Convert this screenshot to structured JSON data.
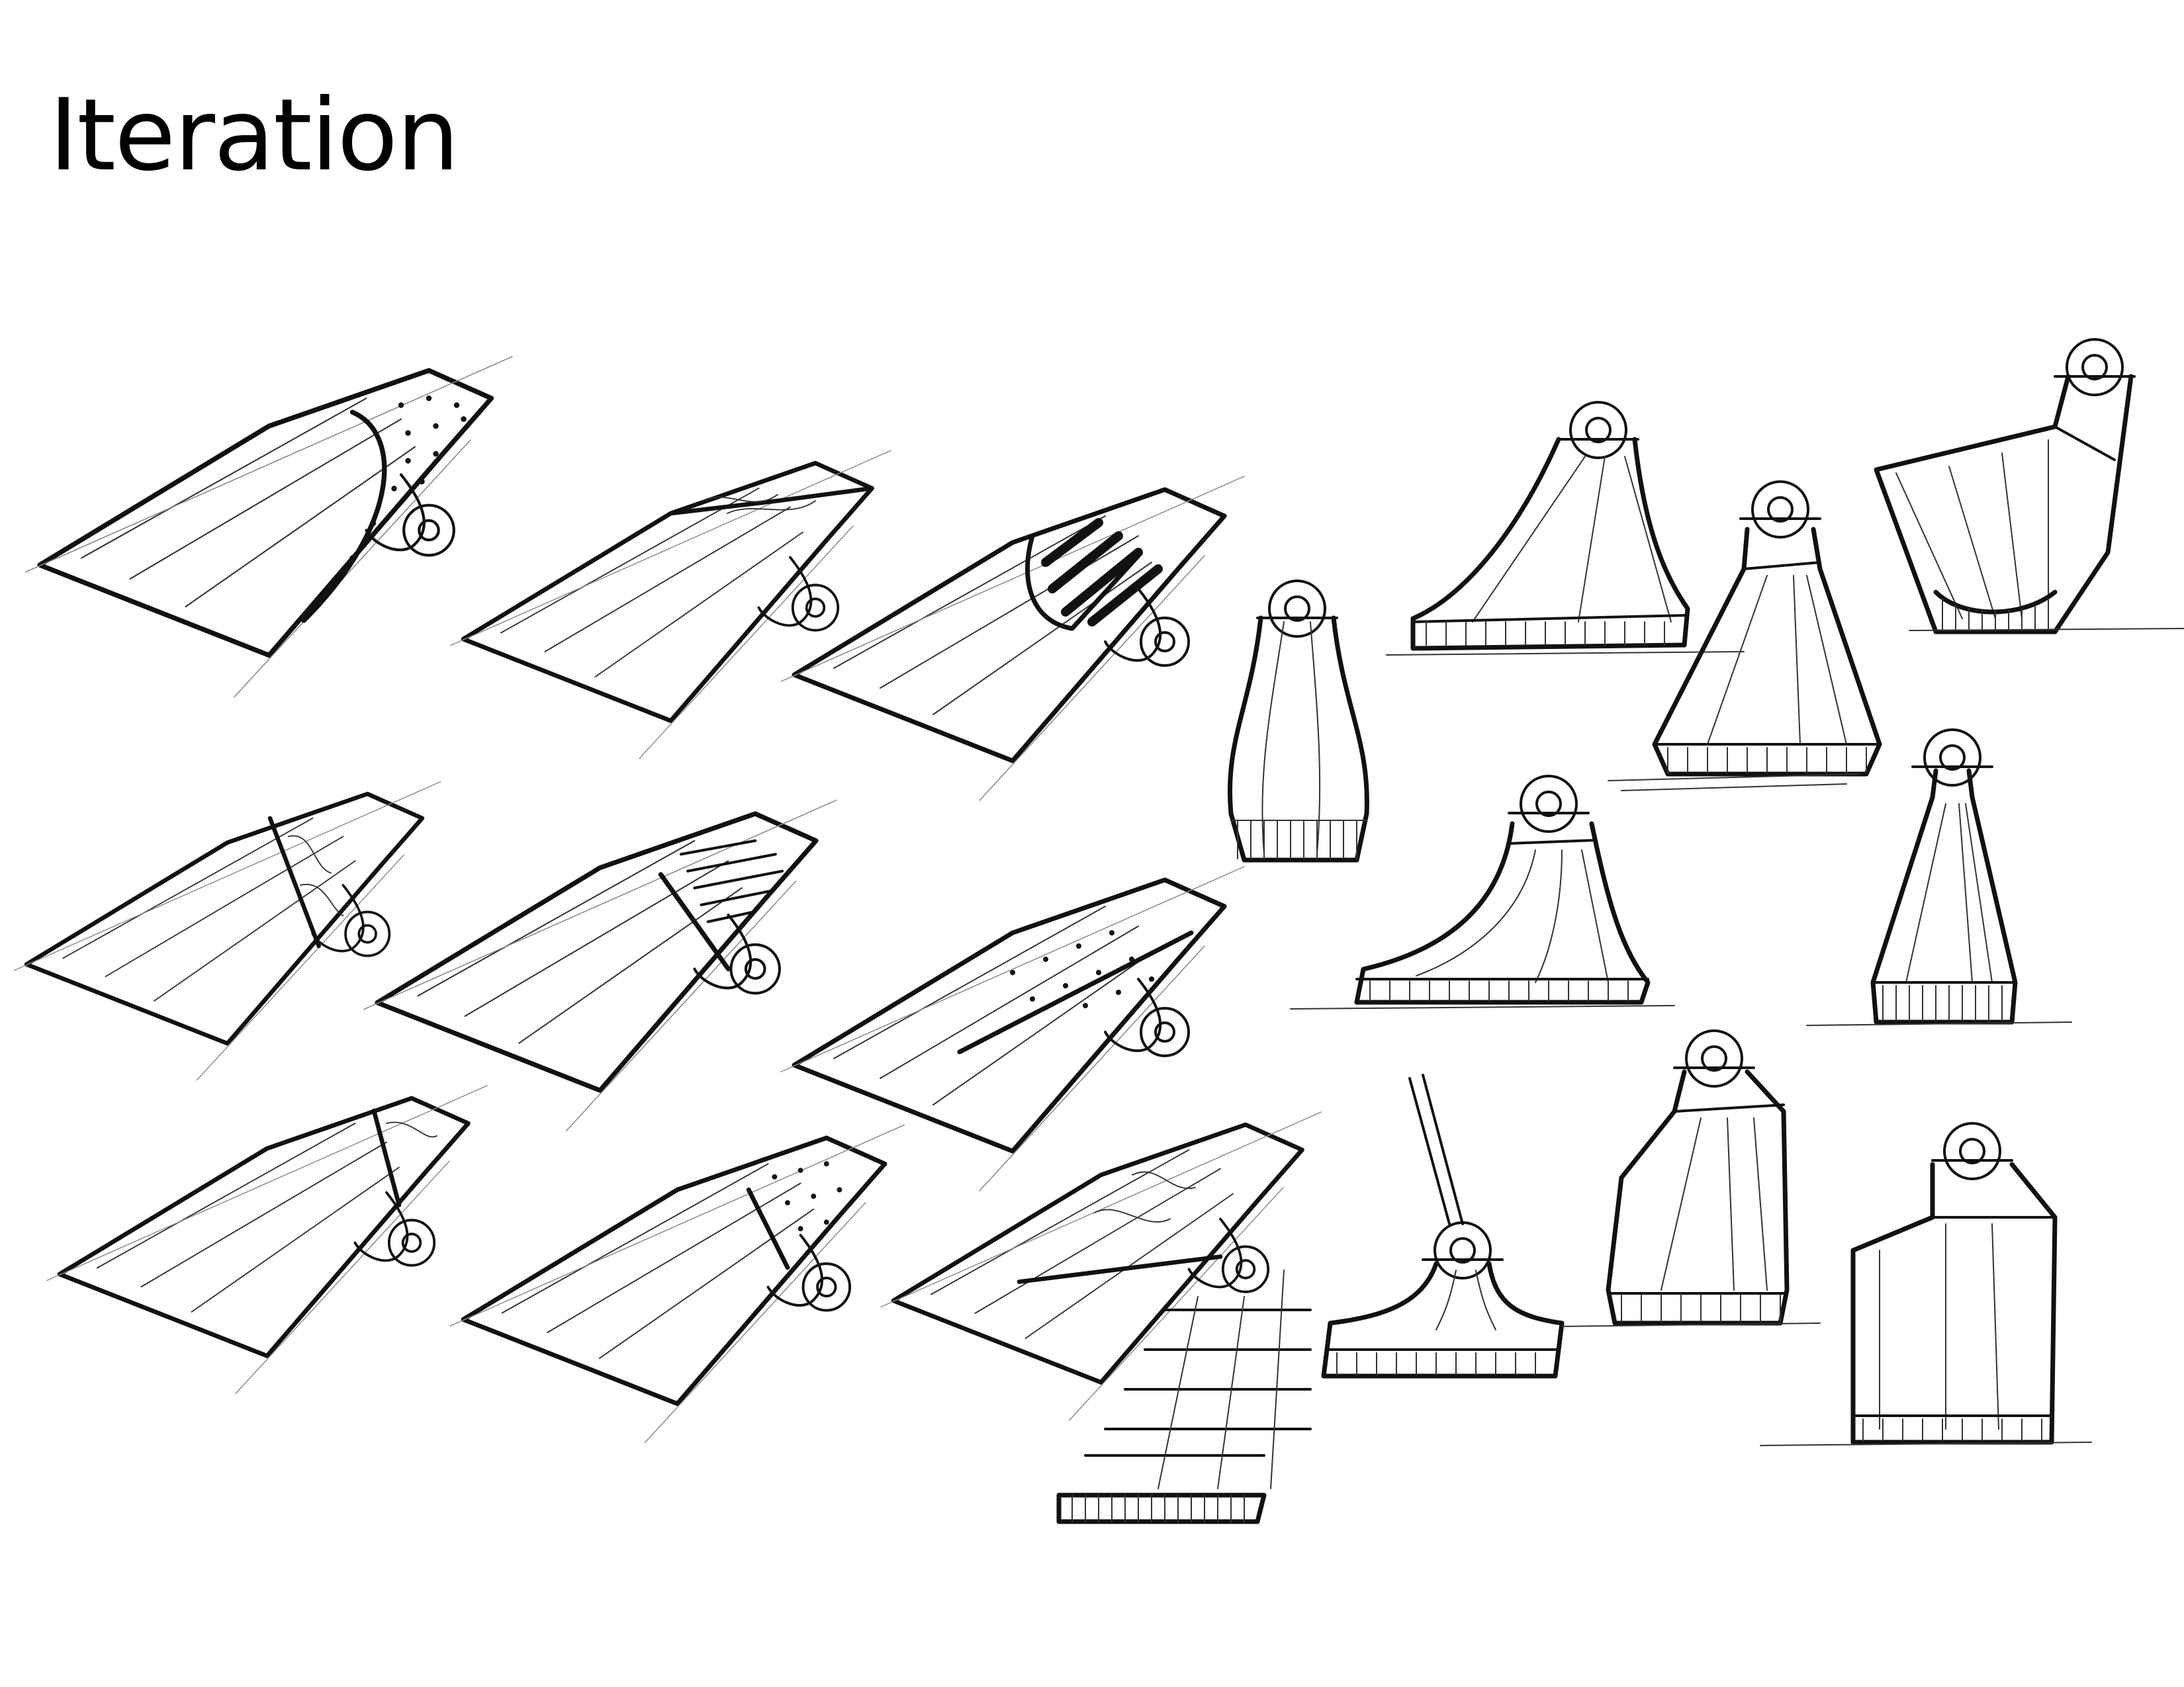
{
  "page": {
    "title": "Iteration",
    "background": "#ffffff",
    "ink_color": "#111111"
  },
  "sketches": {
    "fins": [
      {
        "id": "fin-1",
        "texture": "dotted"
      },
      {
        "id": "fin-2",
        "texture": "wood-grain"
      },
      {
        "id": "fin-3",
        "texture": "slots"
      },
      {
        "id": "fin-4",
        "texture": "wood-grain"
      },
      {
        "id": "fin-5",
        "texture": "maze"
      },
      {
        "id": "fin-6",
        "texture": "dotted"
      },
      {
        "id": "fin-7",
        "texture": "wood-grain"
      },
      {
        "id": "fin-8",
        "texture": "dotted"
      },
      {
        "id": "fin-9",
        "texture": "wood-grain"
      }
    ],
    "upright_forms": [
      {
        "id": "form-bottle"
      },
      {
        "id": "form-slanted-trapezoid"
      },
      {
        "id": "form-trapezoid"
      },
      {
        "id": "form-fan"
      },
      {
        "id": "form-curved-foot"
      },
      {
        "id": "form-tall-cone"
      },
      {
        "id": "form-arm-clamp"
      },
      {
        "id": "form-short-trapezoid"
      },
      {
        "id": "form-rectangle"
      }
    ],
    "extra": [
      {
        "id": "slatted-block"
      }
    ]
  }
}
